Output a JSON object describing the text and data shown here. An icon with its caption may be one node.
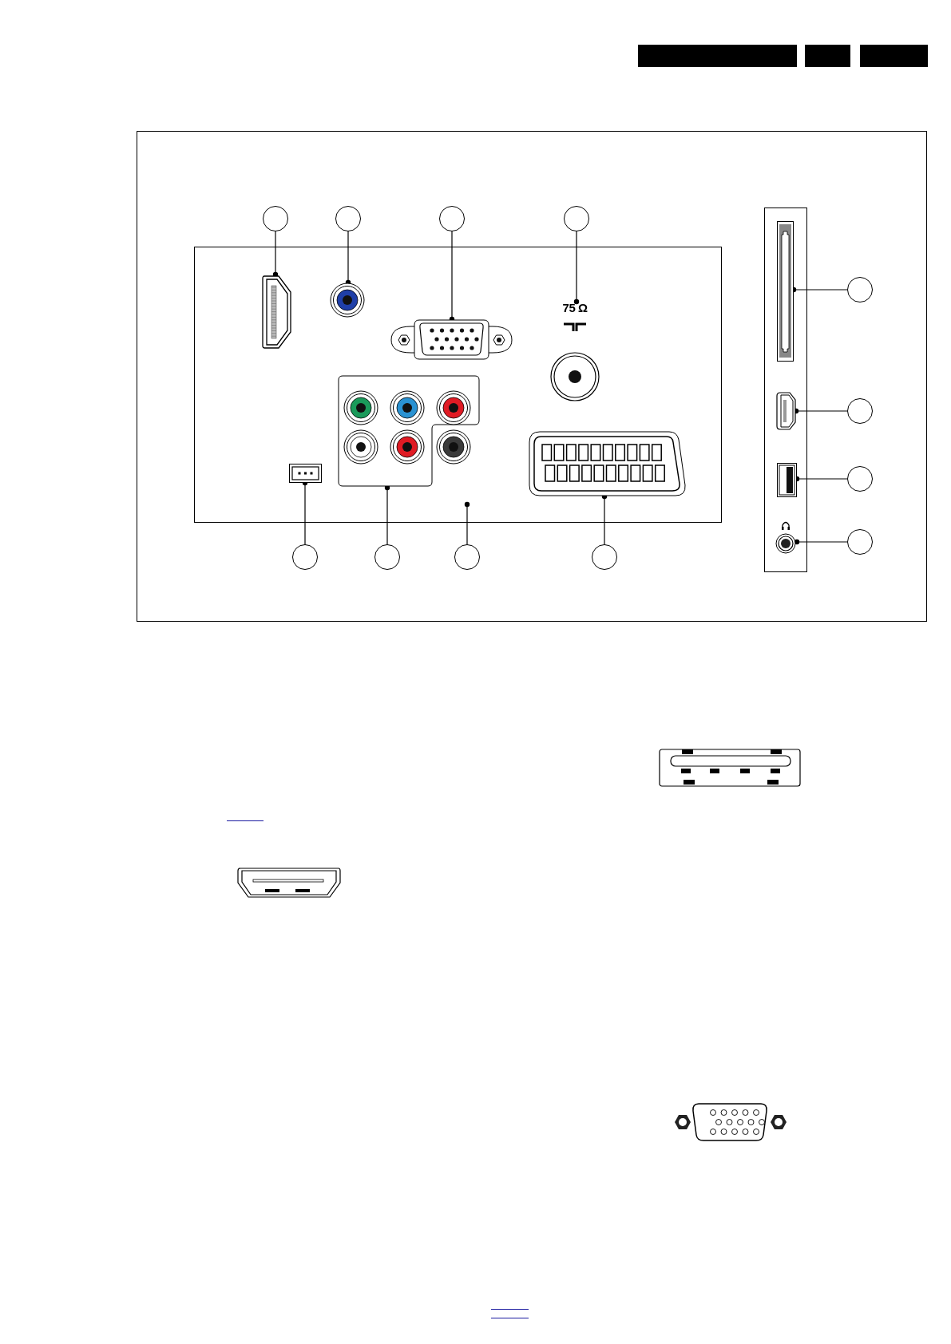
{
  "diagram": {
    "nodes": [
      {
        "text": [],
        "shape": "circle"
      },
      {
        "text": [],
        "shape": "circle"
      },
      {
        "text": [],
        "shape": "circle"
      },
      {
        "text": [],
        "shape": "circle"
      },
      {
        "text": [],
        "shape": "circle"
      },
      {
        "text": [],
        "shape": "circle"
      },
      {
        "text": [],
        "shape": "circle"
      },
      {
        "text": [],
        "shape": "circle"
      },
      {
        "text": [],
        "shape": "circle"
      },
      {
        "text": [],
        "shape": "circle"
      },
      {
        "text": [],
        "shape": "circle"
      },
      {
        "text": [],
        "shape": "circle"
      },
      {
        "text": [],
        "shape": "picture"
      },
      {
        "text": [],
        "shape": "picture"
      },
      {
        "text": [],
        "shape": "picture"
      },
      {
        "text": [],
        "shape": "picture",
        "beside": [
          "75 Ω"
        ]
      },
      {
        "text": [],
        "shape": "picture"
      },
      {
        "text": [],
        "shape": "picture"
      },
      {
        "text": [],
        "shape": "picture"
      },
      {
        "text": [],
        "shape": "picture"
      },
      {
        "text": [],
        "shape": "picture"
      },
      {
        "text": [],
        "shape": "picture"
      },
      {
        "text": [],
        "shape": "picture"
      }
    ],
    "edges": [
      {
        "from": 0,
        "to": 12,
        "arrow": "other"
      },
      {
        "from": 1,
        "to": 13,
        "arrow": "other"
      },
      {
        "from": 2,
        "to": 14,
        "arrow": "other"
      },
      {
        "from": 3,
        "to": 15,
        "arrow": "other"
      },
      {
        "from": 4,
        "to": 16,
        "arrow": "other"
      },
      {
        "from": 5,
        "to": 17,
        "arrow": "other"
      },
      {
        "from": 6,
        "to": 18,
        "arrow": "other"
      },
      {
        "from": 7,
        "to": 19,
        "arrow": "other"
      },
      {
        "from": 8,
        "to": 20,
        "arrow": "other"
      },
      {
        "from": 9,
        "to": 21,
        "arrow": "other"
      },
      {
        "from": 10,
        "to": null,
        "arrow": "other"
      },
      {
        "from": 11,
        "to": 22,
        "arrow": "other"
      }
    ]
  }
}
